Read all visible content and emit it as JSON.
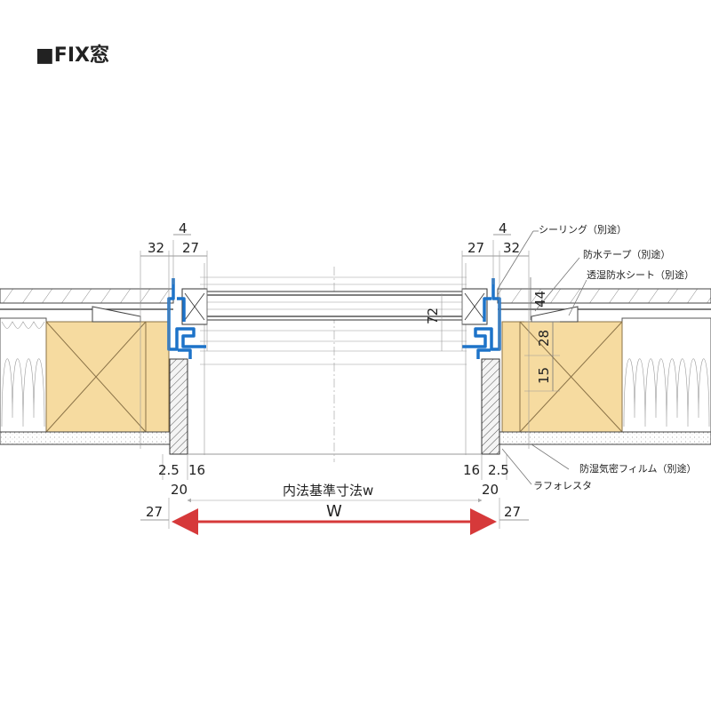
{
  "title": "■FIX窓",
  "dimensions": {
    "top_4_left": "4",
    "top_32_left": "32",
    "top_27_left": "27",
    "top_4_right": "4",
    "top_27_right": "27",
    "top_32_right": "32",
    "v_72": "72",
    "v_44": "44",
    "v_28": "28",
    "v_15": "15",
    "b_25_left": "2.5",
    "b_16_left": "16",
    "b_20_left": "20",
    "b_27_left": "27",
    "b_16_right": "16",
    "b_25_right": "2.5",
    "b_20_right": "20",
    "b_27_right": "27",
    "inner_label": "内法基準寸法w",
    "W": "W"
  },
  "callouts": {
    "sealing": "シーリング（別途）",
    "waterproof_tape": "防水テープ（別途）",
    "breathable_sheet": "透湿防水シート（別途）",
    "moisture_film": "防湿気密フィルム（別途）",
    "lath_board": "ラフォレスタ"
  },
  "colors": {
    "frame": "#1d73c9",
    "wood": "#f6dba0",
    "arrow": "#d6393a"
  }
}
